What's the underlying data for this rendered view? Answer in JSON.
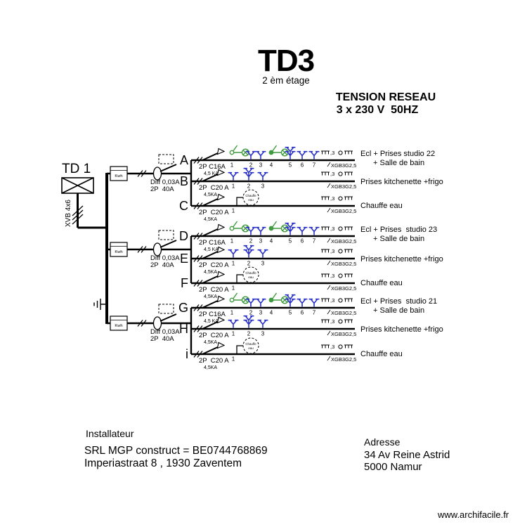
{
  "header": {
    "title": "TD3",
    "subtitle": "2 èm étage",
    "tension_line1": "TENSION RESEAU",
    "tension_line2": "3 x 230 V  50HZ"
  },
  "feeder": {
    "panel_label": "TD 1",
    "cable_label": "XVB 4x6",
    "meter_label": "Kwh",
    "diff_line1": "Diff 0,03A",
    "diff_line2": "2P  40A"
  },
  "symbols": {
    "end_mark": ",3",
    "heater_line1": "Chauffe",
    "heater_line2": "eau"
  },
  "item_numbers": {
    "seven": [
      "1",
      "2",
      "3",
      "4",
      "5",
      "6",
      "7"
    ],
    "three": [
      "1",
      "2",
      "3"
    ],
    "one": [
      "1"
    ]
  },
  "rows": [
    {
      "letter": "A",
      "breaker": "2P C16A",
      "ka": "4,5 KA",
      "cable": "XGB3G2,5",
      "desc1": "Ecl + Prises studio 22",
      "desc2": "+ Salle de bain"
    },
    {
      "letter": "B",
      "breaker": "2P  C20 A",
      "ka": "4,5KA",
      "cable": "XGB3G2,5",
      "desc1": "Prises kitchenette +frigo"
    },
    {
      "letter": "C",
      "breaker": "2P  C20 A",
      "ka": "4,5KA",
      "cable": "XGB3G2,5",
      "desc1": "Chauffe eau"
    },
    {
      "letter": "D",
      "breaker": "2P C16A",
      "ka": "4,5 KA",
      "cable": "XGB3G2,5",
      "desc1": "Ecl + Prises  studio 23",
      "desc2": "+ Salle de bain"
    },
    {
      "letter": "E",
      "breaker": "2P  C20 A",
      "ka": "4,5KA",
      "cable": "XGB3G2,5",
      "desc1": "Prises kitchenette +frigo"
    },
    {
      "letter": "F",
      "breaker": "2P  C20 A",
      "ka": "4,5KA",
      "cable": "XGB3G2,5",
      "desc1": "Chauffe eau"
    },
    {
      "letter": "G",
      "breaker": "2P C16A",
      "ka": "4,5 KA",
      "cable": "XGB3G2,5",
      "desc1": "Ecl + Prises  studio 21",
      "desc2": "+ Salle de bain"
    },
    {
      "letter": "H",
      "breaker": "2P  C20 A",
      "ka": "4,5KA",
      "cable": "XGB3G2,5",
      "desc1": "Prises kitchenette +frigo"
    },
    {
      "letter": "i",
      "breaker": "2P  C20 A",
      "ka": "4,5KA",
      "cable": "XGB3G2,5",
      "desc1": "Chauffe eau"
    }
  ],
  "footer": {
    "installer_title": "Installateur",
    "installer_line1": "SRL MGP construct = BE0744768869",
    "installer_line2": "Imperiastraat 8 , 1930 Zaventem",
    "address_title": "Adresse",
    "address_line1": "34 Av Reine Astrid",
    "address_line2": "5000 Namur",
    "watermark": "www.archifacile.fr"
  },
  "colors": {
    "line": "#000000",
    "socket": "#2a32c8",
    "lamp": "#3f9b3f"
  }
}
